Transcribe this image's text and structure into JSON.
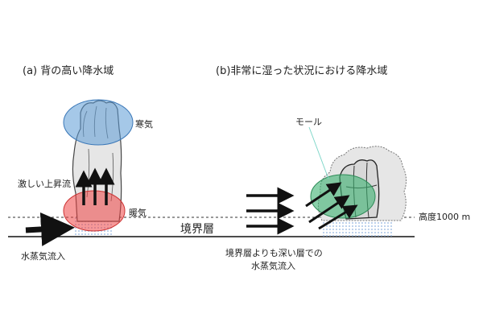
{
  "panel_a": {
    "title": "(a) 背の高い降水域",
    "label_cold_air": "寒気",
    "label_updraft": "激しい上昇流",
    "label_warm_air": "暖気",
    "label_inflow": "水蒸気流入"
  },
  "panel_b": {
    "title": "(b)非常に湿った状況における降水域",
    "label_moll": "モール",
    "label_altitude": "高度1000 m",
    "label_inflow_line1": "境界層よりも深い層での",
    "label_inflow_line2": "水蒸気流入"
  },
  "boundary_layer_label": "境界層",
  "colors": {
    "cold_air": "#5b9bd5",
    "warm_air": "#ee4444",
    "moll": "#3cb371",
    "rain": "#7ea6d8",
    "cloud": "#e6e6e6"
  }
}
